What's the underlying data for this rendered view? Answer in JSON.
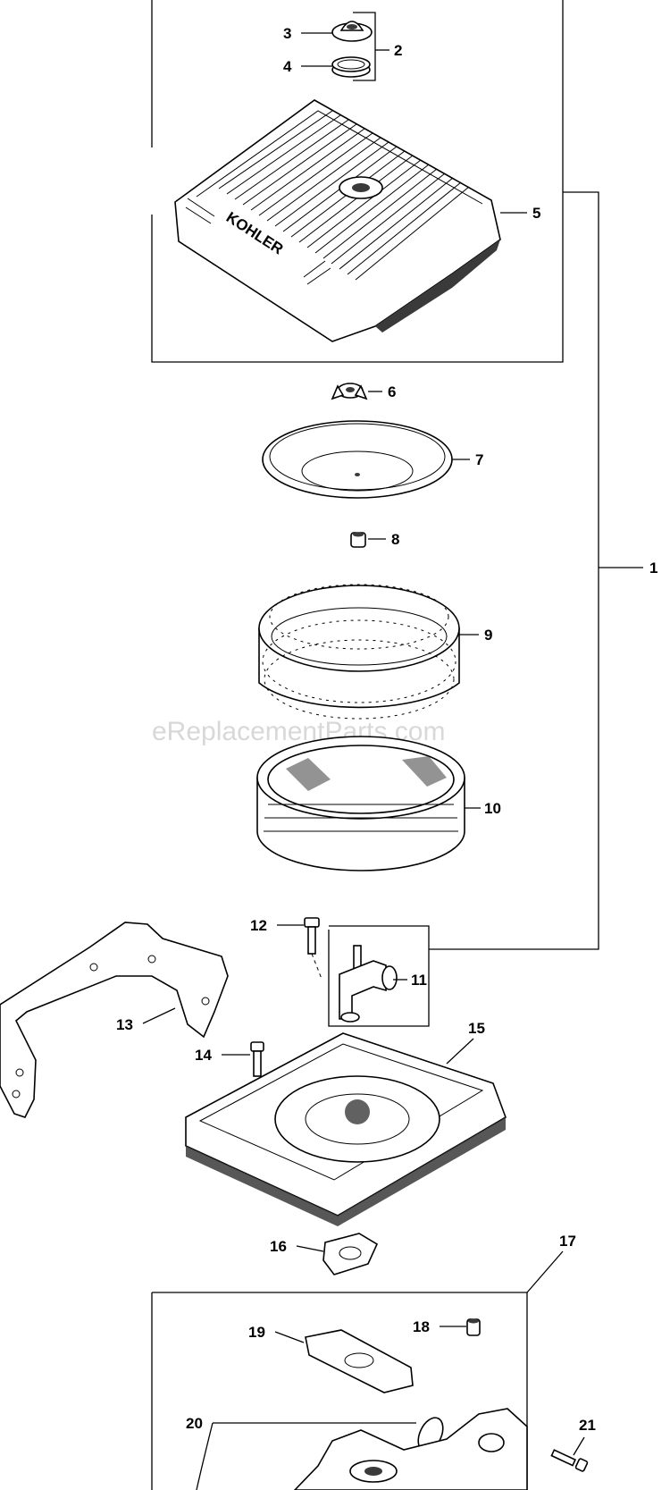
{
  "watermark": "eReplacementParts.com",
  "brand_text": "KOHLER",
  "callouts": [
    {
      "id": "1",
      "label": "1"
    },
    {
      "id": "2",
      "label": "2"
    },
    {
      "id": "3",
      "label": "3"
    },
    {
      "id": "4",
      "label": "4"
    },
    {
      "id": "5",
      "label": "5"
    },
    {
      "id": "6",
      "label": "6"
    },
    {
      "id": "7",
      "label": "7"
    },
    {
      "id": "8",
      "label": "8"
    },
    {
      "id": "9",
      "label": "9"
    },
    {
      "id": "10",
      "label": "10"
    },
    {
      "id": "11",
      "label": "11"
    },
    {
      "id": "12",
      "label": "12"
    },
    {
      "id": "13",
      "label": "13"
    },
    {
      "id": "14",
      "label": "14"
    },
    {
      "id": "15",
      "label": "15"
    },
    {
      "id": "16",
      "label": "16"
    },
    {
      "id": "17",
      "label": "17"
    },
    {
      "id": "18",
      "label": "18"
    },
    {
      "id": "19",
      "label": "19"
    },
    {
      "id": "20",
      "label": "20"
    },
    {
      "id": "21",
      "label": "21"
    }
  ]
}
